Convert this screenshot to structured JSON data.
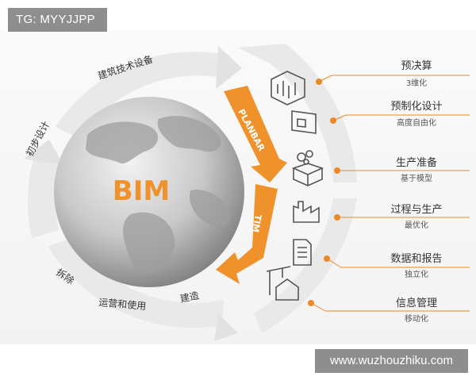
{
  "watermark_top": "TG: MYYJJPP",
  "watermark_bottom": "www.wuzhouzhiku.com",
  "globe_label": "BIM",
  "arrows": {
    "planbar": "PLANBAR",
    "tim": "TIM"
  },
  "lifecycle": [
    "建筑技术设备",
    "初步设计",
    "拆除",
    "运营和使用",
    "建造"
  ],
  "stages": [
    {
      "title": "预决算",
      "subtitle": "3维化",
      "icon": "building-3d-icon"
    },
    {
      "title": "预制化设计",
      "subtitle": "高度自由化",
      "icon": "wall-panel-icon"
    },
    {
      "title": "生产准备",
      "subtitle": "基于模型",
      "icon": "gears-box-icon"
    },
    {
      "title": "过程与生产",
      "subtitle": "最优化",
      "icon": "factory-icon"
    },
    {
      "title": "数据和报告",
      "subtitle": "独立化",
      "icon": "document-icon"
    },
    {
      "title": "信息管理",
      "subtitle": "移动化",
      "icon": "house-crane-icon"
    }
  ],
  "colors": {
    "accent": "#f0922b",
    "dot": "#e8892a",
    "arc": "#ececec",
    "text": "#333333"
  }
}
